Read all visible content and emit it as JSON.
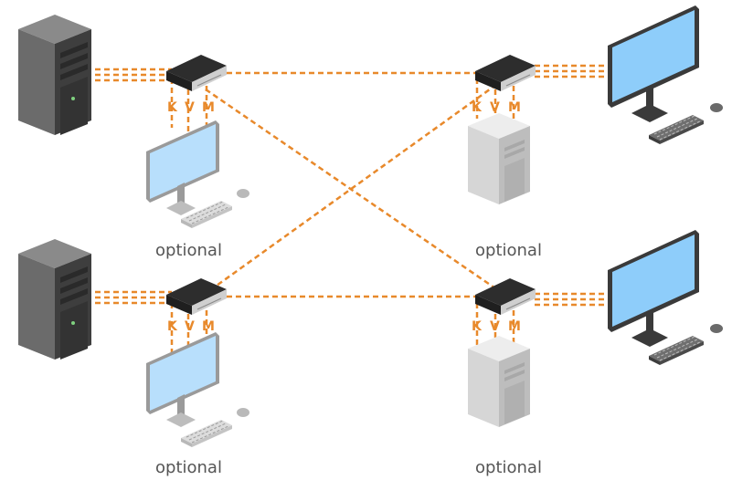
{
  "colors": {
    "link": "#e8892b",
    "monitor_screen": "#8ecdfa",
    "monitor_frame": "#3a3a3a",
    "tower_dark": "#5a5a5a",
    "tower_light": "#d8d8d8",
    "switch_top": "#2d2d2d",
    "switch_side": "#c8c8c8",
    "optional_text": "#555555"
  },
  "kvm_port_labels": {
    "keyboard": "K",
    "video": "V",
    "mouse": "M"
  },
  "groups": {
    "top_left": {
      "optional_label": "optional"
    },
    "top_right": {
      "optional_label": "optional"
    },
    "bottom_left": {
      "optional_label": "optional"
    },
    "bottom_right": {
      "optional_label": "optional"
    }
  }
}
